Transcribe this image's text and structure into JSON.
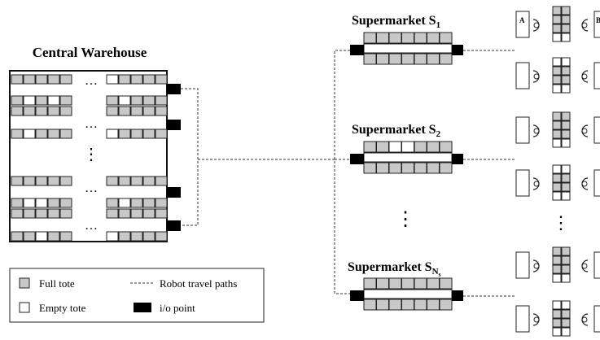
{
  "warehouse": {
    "title": "Central Warehouse",
    "ellipsis": "…",
    "ellipsis_vertical": "⋮"
  },
  "supermarkets": [
    {
      "label": "Supermarket S",
      "subscript": "1"
    },
    {
      "label": "Supermarket S",
      "subscript": "2"
    },
    {
      "label": "Supermarket S",
      "subscript": "N",
      "sub_subscript": "s"
    }
  ],
  "supermarket_ellipsis": "⋮",
  "station_labels": {
    "left": "A",
    "right": "B"
  },
  "station_ellipsis": "⋮",
  "legend": {
    "full_tote": "Full tote",
    "empty_tote": "Empty tote",
    "robot_paths": "Robot travel paths",
    "io_point": "i/o point"
  },
  "colors": {
    "full_tote": "#c8c8c8",
    "empty_tote": "#ffffff",
    "io_point": "#000000",
    "stroke": "#222222"
  }
}
